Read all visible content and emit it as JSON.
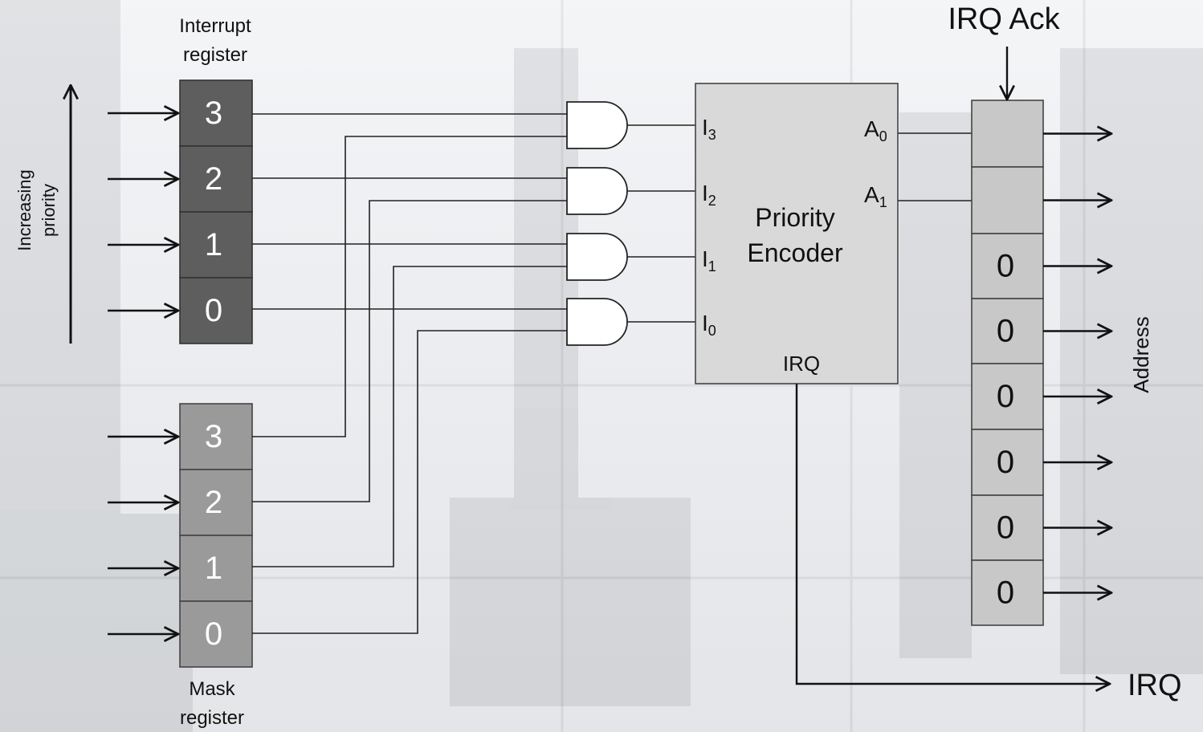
{
  "interrupt_register": {
    "label_line1": "Interrupt",
    "label_line2": "register",
    "bits": [
      "3",
      "2",
      "1",
      "0"
    ],
    "fill_color": "#5e5e5e"
  },
  "mask_register": {
    "label_line1": "Mask",
    "label_line2": "register",
    "bits": [
      "3",
      "2",
      "1",
      "0"
    ],
    "fill_color": "#9a9a9a"
  },
  "priority_axis": {
    "label_line1": "Increasing",
    "label_line2": "priority"
  },
  "encoder": {
    "title_line1": "Priority",
    "title_line2": "Encoder",
    "fill_color": "#d9d9d9",
    "inputs": [
      {
        "base": "I",
        "sub": "3"
      },
      {
        "base": "I",
        "sub": "2"
      },
      {
        "base": "I",
        "sub": "1"
      },
      {
        "base": "I",
        "sub": "0"
      }
    ],
    "outputs": [
      {
        "base": "A",
        "sub": "0"
      },
      {
        "base": "A",
        "sub": "1"
      }
    ],
    "irq_label": "IRQ"
  },
  "and_gates": {
    "count": 4,
    "fill_color": "#ffffff"
  },
  "address_register": {
    "fill_color": "#c8c8c8",
    "cells": [
      "",
      "",
      "0",
      "0",
      "0",
      "0",
      "0",
      "0"
    ],
    "axis_label": "Address"
  },
  "irq_ack_label": "IRQ Ack",
  "irq_output_label": "IRQ"
}
